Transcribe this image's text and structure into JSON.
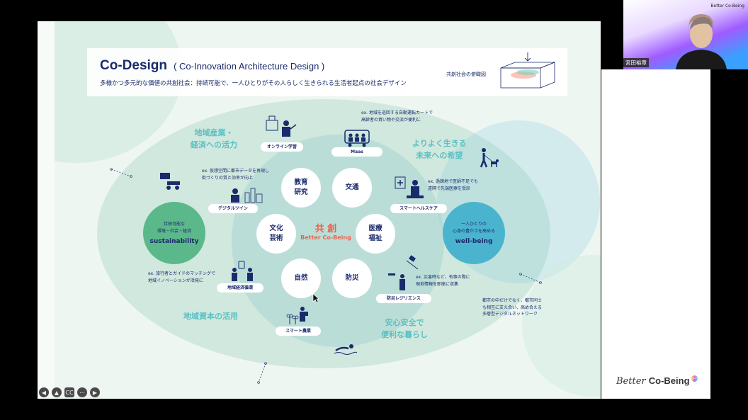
{
  "slide": {
    "title": "Co-Design",
    "subtitle": "( Co-Innovation Architecture Design )",
    "tagline": "多様かつ多元的な価値の共創社会：持続可能で、一人ひとりがその人らしく生きられる生活者起点の社会デザイン",
    "birdseye_label": "共創社会の俯瞰図",
    "center": {
      "label": "共 創",
      "sublabel": "Better Co-Being"
    },
    "circles": {
      "education": "教育\n研究",
      "transport": "交通",
      "culture": "文化\n芸術",
      "medical": "医療\n福祉",
      "nature": "自然",
      "disaster": "防災"
    },
    "sustainability": {
      "small": "持続可能な\n環境・社会・経済",
      "label": "sustainability"
    },
    "wellbeing": {
      "small": "一人ひとりの\n心身の豊かさを高める",
      "label": "well-being"
    },
    "themes": {
      "industry": "地域産業・\n経済への活力",
      "future": "よりよく生きる\n未来への希望",
      "resources": "地域資本の活用",
      "safety": "安心安全で\n便利な暮らし"
    },
    "notes": {
      "maas": "ex. 地域を巡回する自動運転カートで\n高齢者の買い物や交流が便利に",
      "digital_twin": "ex. 仮想空間に都市データを再現し\n街づくりの質と効率が向上",
      "health": "ex. 過疎地で医師不足でも\n遠隔で先端医療を受診",
      "tourism": "ex. 旅行者とガイドのマッチングで\n地域イノベーションが活発に",
      "disaster": "ex. 災害時など、有事の際に\n現地情報を即座に収集",
      "network": "都市の中だけでなく、都市同士\nも相互に支え合い、高め合える\n多層型デジタルネットワーク"
    },
    "tags": {
      "online": "オンライン学習",
      "maas": "Maas",
      "digital_twin": "デジタルツイン",
      "smart_health": "スマートヘルスケア",
      "local_economy": "地域経済循環",
      "resilience": "防災レジリエンス",
      "smart_agri": "スマート農業"
    }
  },
  "controls": [
    "prev",
    "pointer",
    "cc",
    "more",
    "next"
  ],
  "brand": {
    "prefix": "Better",
    "main": "Co-Being"
  },
  "video": {
    "brand": "Better Co-Being",
    "name": "宮田裕章"
  },
  "colors": {
    "navy": "#1a2a6c",
    "teal": "#5ac0c4",
    "red": "#f0604a",
    "green": "#5bb88a",
    "blue": "#4ab4cf"
  }
}
